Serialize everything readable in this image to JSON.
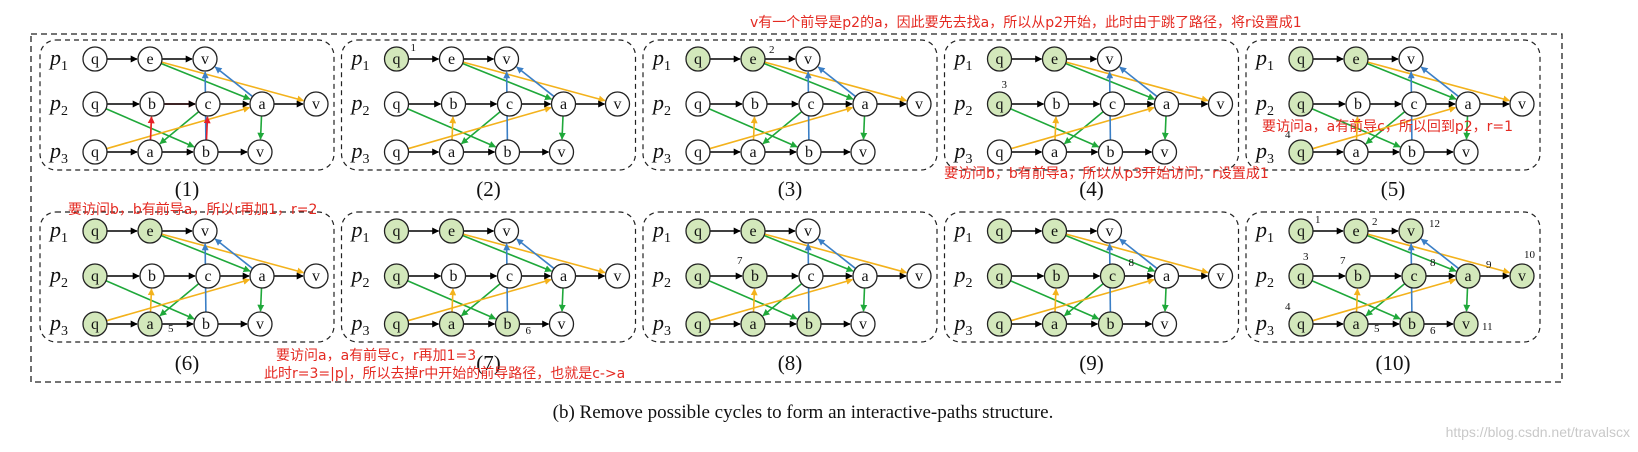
{
  "caption": "(b)  Remove possible cycles to form an interactive-paths structure.",
  "watermark": "https://blog.csdn.net/travalscx",
  "row_labels": [
    {
      "letter": "p",
      "sub": "1"
    },
    {
      "letter": "p",
      "sub": "2"
    },
    {
      "letter": "p",
      "sub": "3"
    }
  ],
  "colors": {
    "green_fill": "#d3e8bb",
    "node_stroke": "#222222",
    "edge_black": "#000000",
    "edge_green": "#1fa83a",
    "edge_orange": "#f3b21c",
    "edge_blue": "#3b7fc6",
    "edge_red": "#e5202a",
    "annotation": "#e42a22"
  },
  "panels": [
    {
      "label": "(1)",
      "green": [],
      "badges": [],
      "red": true
    },
    {
      "label": "(2)",
      "green": [
        "q1"
      ],
      "badges": [
        {
          "node": "q1",
          "text": "1"
        }
      ],
      "red": false
    },
    {
      "label": "(3)",
      "green": [
        "q1",
        "e1"
      ],
      "badges": [
        {
          "node": "e1",
          "text": "2"
        }
      ],
      "red": false
    },
    {
      "label": "(4)",
      "green": [
        "q1",
        "e1",
        "q2"
      ],
      "badges": [
        {
          "node": "q2",
          "text": "3"
        }
      ],
      "red": false
    },
    {
      "label": "(5)",
      "green": [
        "q1",
        "e1",
        "q2",
        "q3"
      ],
      "badges": [
        {
          "node": "q3",
          "text": "4"
        }
      ],
      "red": false
    },
    {
      "label": "(6)",
      "green": [
        "q1",
        "e1",
        "q2",
        "q3",
        "a3"
      ],
      "badges": [
        {
          "node": "a3",
          "text": "5"
        }
      ],
      "red": false
    },
    {
      "label": "(7)",
      "green": [
        "q1",
        "e1",
        "q2",
        "q3",
        "a3",
        "b3"
      ],
      "badges": [
        {
          "node": "b3",
          "text": "6"
        }
      ],
      "red": false
    },
    {
      "label": "(8)",
      "green": [
        "q1",
        "e1",
        "q2",
        "q3",
        "a3",
        "b3",
        "b2"
      ],
      "badges": [
        {
          "node": "b2",
          "text": "7"
        }
      ],
      "red": false
    },
    {
      "label": "(9)",
      "green": [
        "q1",
        "e1",
        "q2",
        "q3",
        "a3",
        "b3",
        "b2",
        "c2"
      ],
      "badges": [
        {
          "node": "c2",
          "text": "8"
        }
      ],
      "red": false
    },
    {
      "label": "(10)",
      "green": [
        "q1",
        "e1",
        "q2",
        "q3",
        "a3",
        "b3",
        "b2",
        "c2",
        "a2",
        "v1",
        "v2",
        "v3"
      ],
      "badges": [
        {
          "node": "q1",
          "text": "1"
        },
        {
          "node": "e1",
          "text": "2"
        },
        {
          "node": "q2",
          "text": "3"
        },
        {
          "node": "q3",
          "text": "4"
        },
        {
          "node": "a3",
          "text": "5"
        },
        {
          "node": "b3",
          "text": "6"
        },
        {
          "node": "b2",
          "text": "7"
        },
        {
          "node": "c2",
          "text": "8"
        },
        {
          "node": "a2",
          "text": "9"
        },
        {
          "node": "v2",
          "text": "10"
        },
        {
          "node": "v3",
          "text": "11"
        },
        {
          "node": "v1",
          "text": "12"
        }
      ],
      "red": false
    }
  ],
  "nodes": [
    {
      "id": "q1",
      "label": "q"
    },
    {
      "id": "e1",
      "label": "e"
    },
    {
      "id": "v1",
      "label": "v"
    },
    {
      "id": "q2",
      "label": "q"
    },
    {
      "id": "b2",
      "label": "b"
    },
    {
      "id": "c2",
      "label": "c"
    },
    {
      "id": "a2",
      "label": "a"
    },
    {
      "id": "v2",
      "label": "v"
    },
    {
      "id": "q3",
      "label": "q"
    },
    {
      "id": "a3",
      "label": "a"
    },
    {
      "id": "b3",
      "label": "b"
    },
    {
      "id": "v3",
      "label": "v"
    }
  ],
  "edges": {
    "black": [
      [
        "q1",
        "e1"
      ],
      [
        "e1",
        "v1"
      ],
      [
        "q2",
        "b2"
      ],
      [
        "b2",
        "c2"
      ],
      [
        "c2",
        "a2"
      ],
      [
        "a2",
        "v2"
      ],
      [
        "q3",
        "a3"
      ],
      [
        "a3",
        "b3"
      ],
      [
        "b3",
        "v3"
      ]
    ],
    "green": [
      [
        "e1",
        "a2"
      ],
      [
        "c2",
        "a3"
      ],
      [
        "a2",
        "v3"
      ],
      [
        "q2",
        "b3"
      ]
    ],
    "orange": [
      [
        "e1",
        "v2"
      ],
      [
        "q3",
        "a2"
      ],
      [
        "a3",
        "b2"
      ]
    ],
    "blue": [
      [
        "a2",
        "v1"
      ],
      [
        "b3",
        "v1"
      ]
    ],
    "red": [
      [
        "b2",
        "c2"
      ],
      [
        "b3",
        "c2"
      ],
      [
        "a3",
        "b2"
      ]
    ]
  },
  "annotations": [
    {
      "id": "note-top",
      "text": "v有一个前导是p2的a，因此要先去找a，所以从p2开始，此时由于跳了路径，将r设置成1"
    },
    {
      "id": "note-panel5",
      "text": "要访问a，a有前导c，所以回到p2，r=1"
    },
    {
      "id": "note-panel4",
      "text": "要访问b，b有前导a，所以从p3开始访问，r设置成1"
    },
    {
      "id": "note-panel6",
      "text": "要访问b，b有前导a，所以r再加1，r=2"
    },
    {
      "id": "note-panel7a",
      "text": "要访问a，a有前导c，r再加1=3"
    },
    {
      "id": "note-panel7b",
      "text": "此时r=3=|p|，所以去掉r中开始的前导路径，也就是c->a"
    }
  ]
}
